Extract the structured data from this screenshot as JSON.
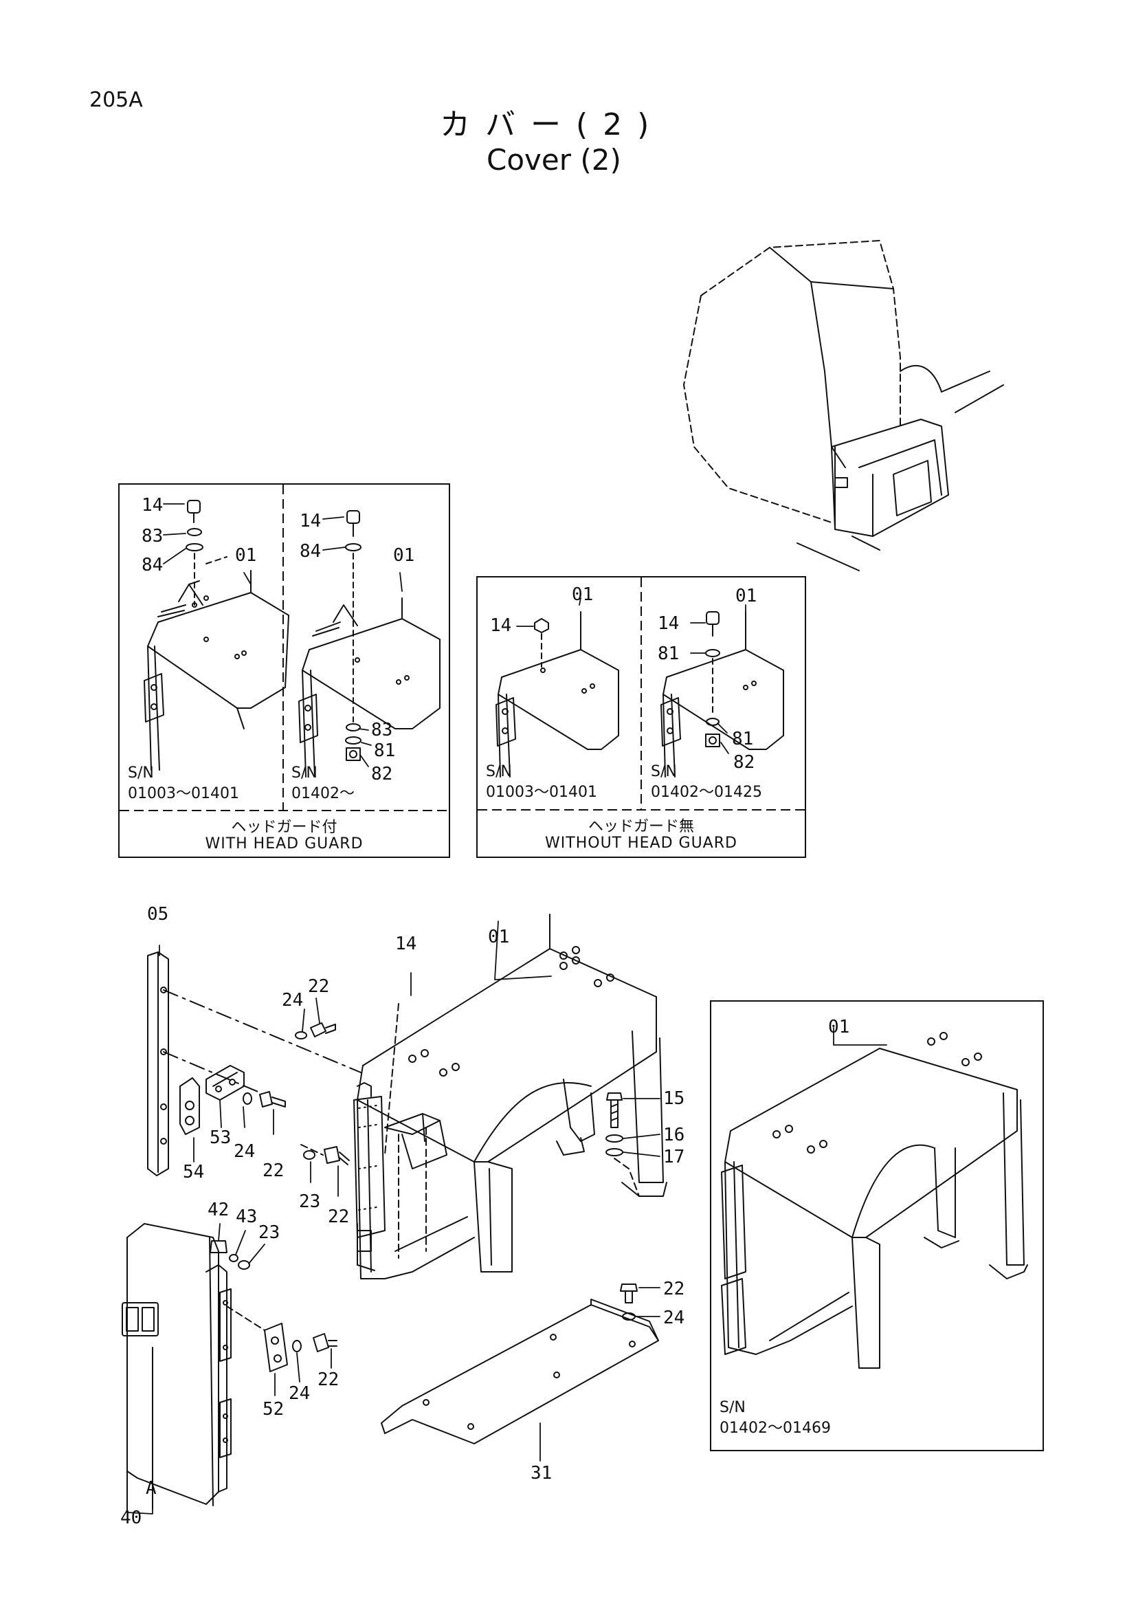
{
  "page": {
    "number": "205A"
  },
  "title": {
    "jp": "カバー(2)",
    "en": "Cover (2)"
  },
  "inset_with_guard": {
    "caption_jp": "ヘッドガード付",
    "caption_en": "WITH HEAD GUARD",
    "left": {
      "sn_label": "S/N",
      "sn_range": "01003～01401",
      "callouts": [
        "14",
        "83",
        "84",
        "01"
      ]
    },
    "right": {
      "sn_label": "S/N",
      "sn_range": "01402～",
      "callouts": [
        "14",
        "84",
        "01",
        "83",
        "81",
        "82"
      ]
    }
  },
  "inset_without_guard": {
    "caption_jp": "ヘッドガード無",
    "caption_en": "WITHOUT HEAD GUARD",
    "left": {
      "sn_label": "S/N",
      "sn_range": "01003～01401",
      "callouts": [
        "01",
        "14"
      ]
    },
    "right": {
      "sn_label": "S/N",
      "sn_range": "01402～01425",
      "callouts": [
        "01",
        "14",
        "81",
        "81",
        "82"
      ]
    }
  },
  "inset_variant": {
    "sn_label": "S/N",
    "sn_range": "01402～01469",
    "callouts": [
      "01"
    ]
  },
  "main_callouts": {
    "c05": "05",
    "c14": "14",
    "c01": "01",
    "c22a": "22",
    "c24a": "24",
    "c53": "53",
    "c54": "54",
    "c24b": "24",
    "c22b": "22",
    "c23a": "23",
    "c22c": "22",
    "c15": "15",
    "c16": "16",
    "c17": "17",
    "c42": "42",
    "c43": "43",
    "c23b": "23",
    "c52": "52",
    "c24c": "24",
    "c22d": "22",
    "c22e": "22",
    "c24d": "24",
    "c31": "31",
    "cA": "A",
    "c40": "40"
  }
}
